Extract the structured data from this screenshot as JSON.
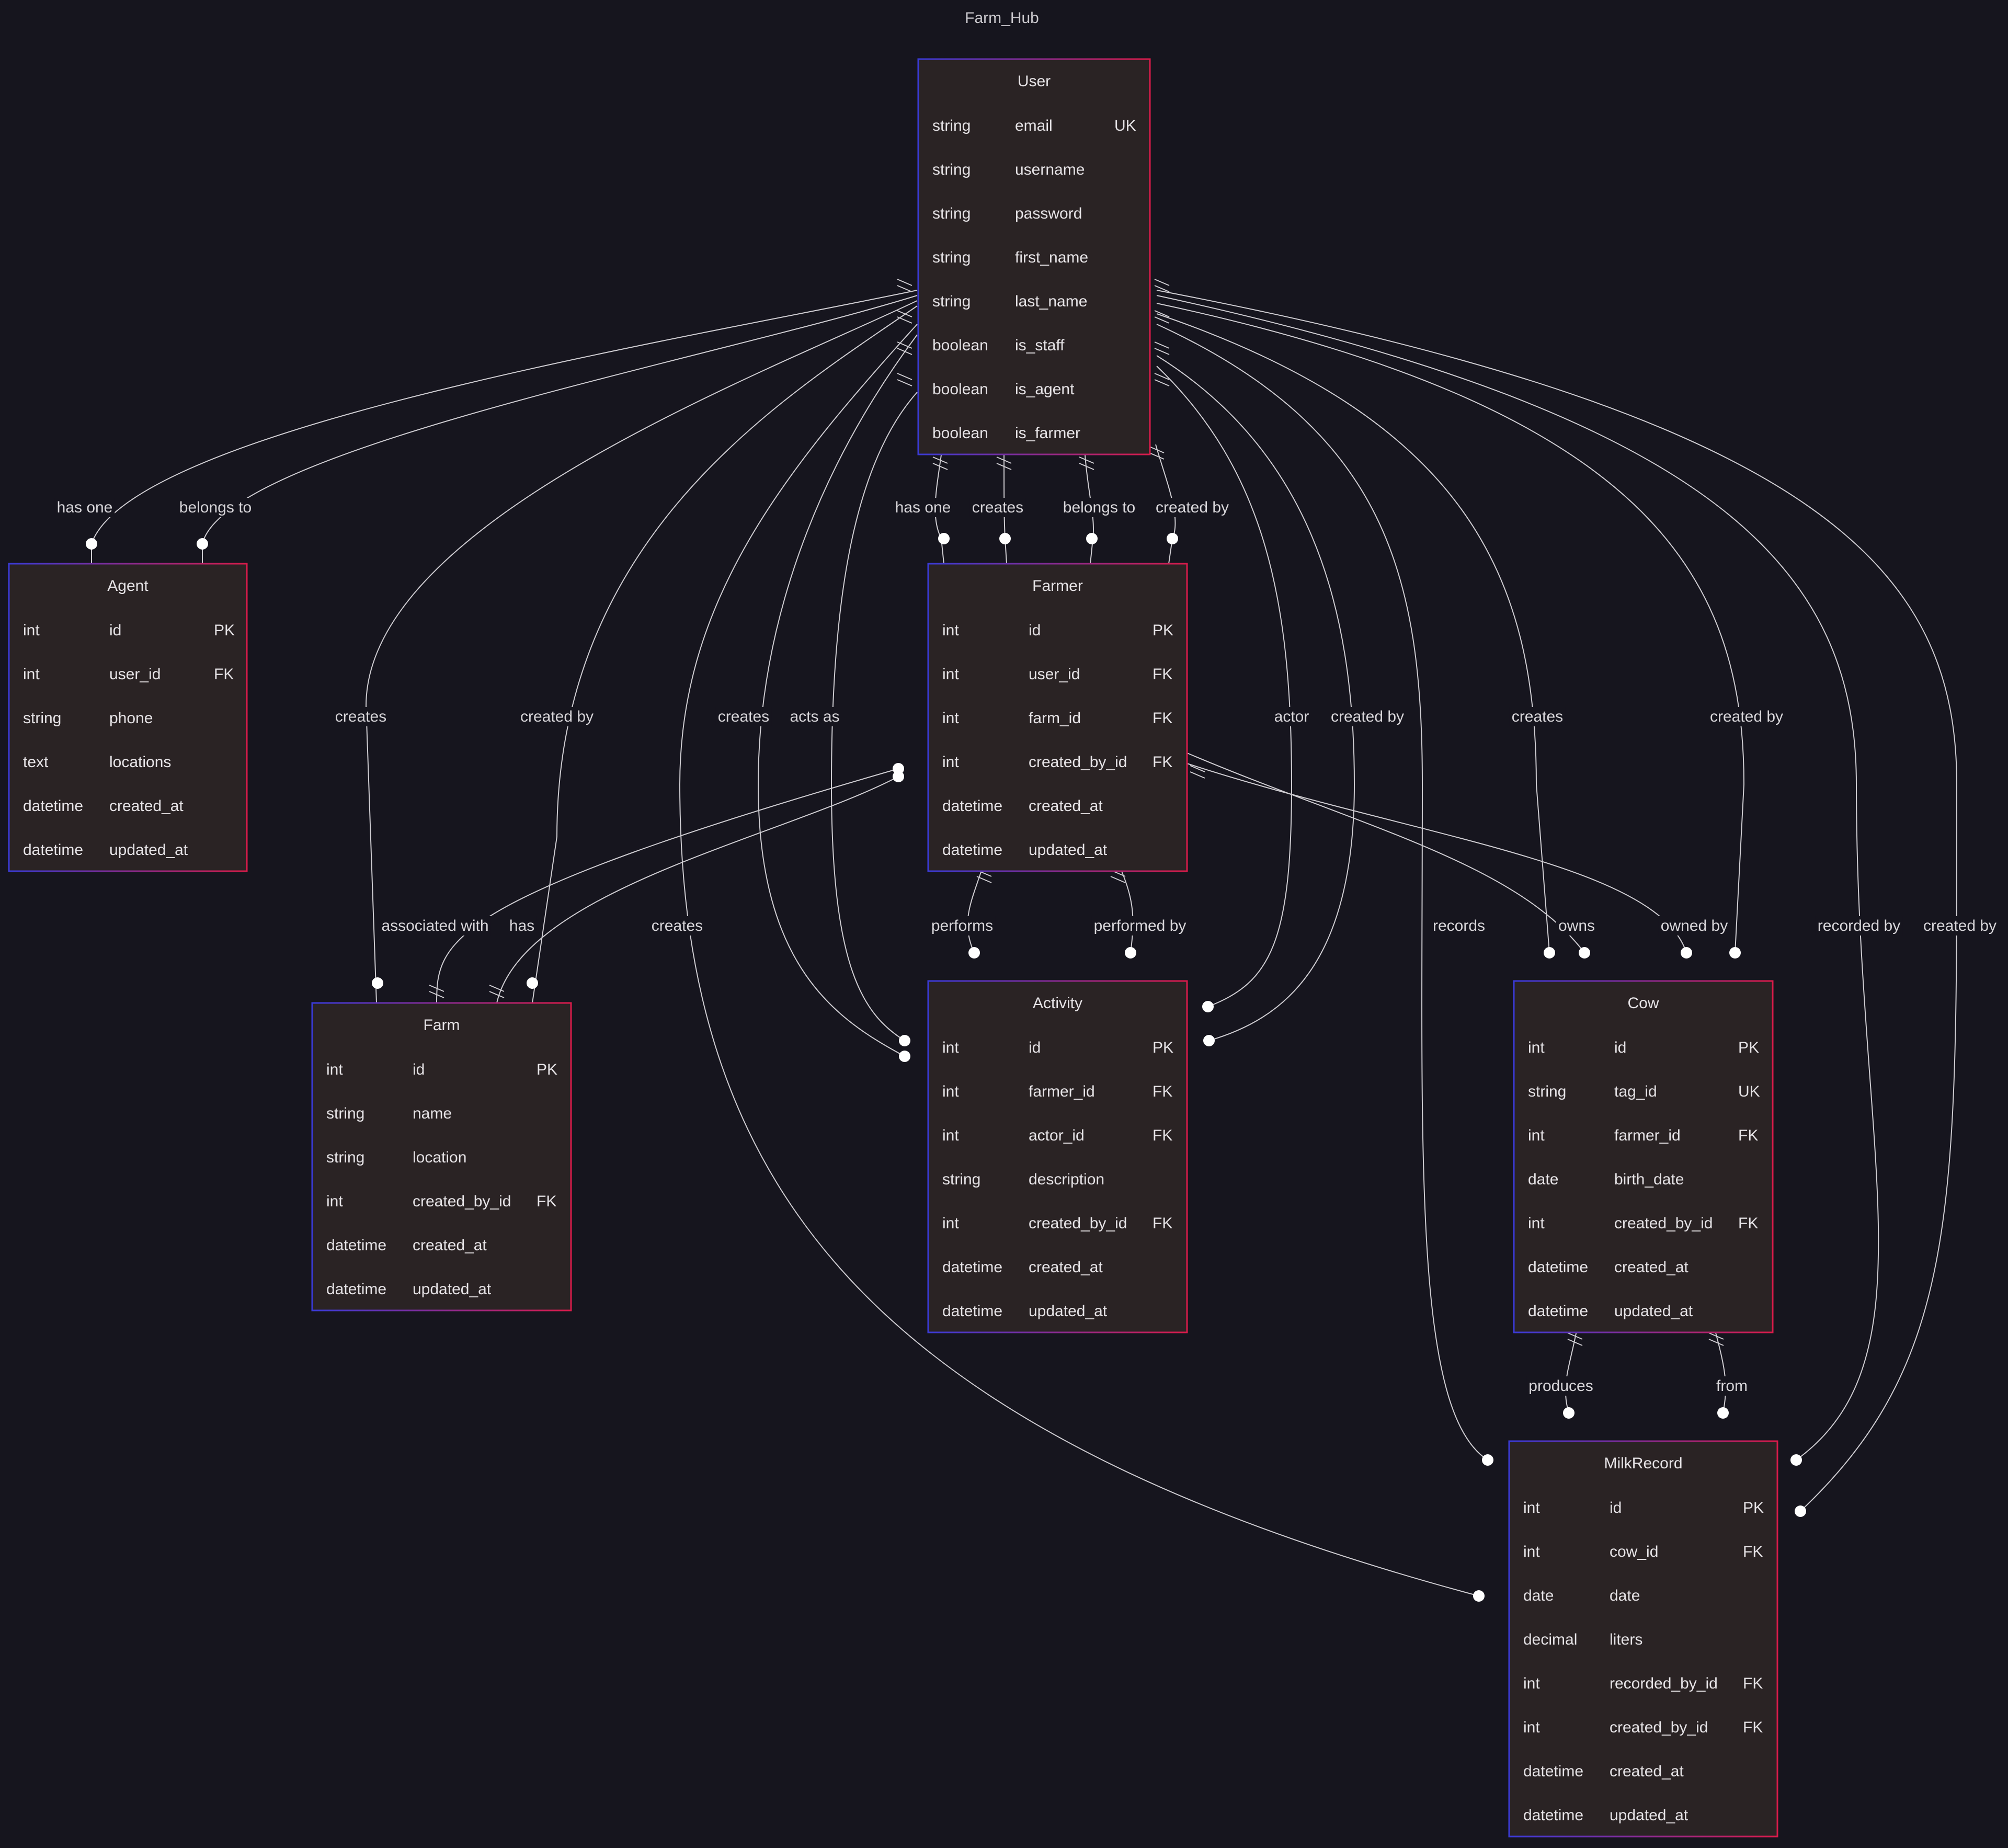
{
  "diagram": {
    "title": "Farm_Hub",
    "entities": {
      "User": {
        "name": "User",
        "rows": [
          [
            "string",
            "email",
            "UK"
          ],
          [
            "string",
            "username",
            ""
          ],
          [
            "string",
            "password",
            ""
          ],
          [
            "string",
            "first_name",
            ""
          ],
          [
            "string",
            "last_name",
            ""
          ],
          [
            "boolean",
            "is_staff",
            ""
          ],
          [
            "boolean",
            "is_agent",
            ""
          ],
          [
            "boolean",
            "is_farmer",
            ""
          ]
        ]
      },
      "Agent": {
        "name": "Agent",
        "rows": [
          [
            "int",
            "id",
            "PK"
          ],
          [
            "int",
            "user_id",
            "FK"
          ],
          [
            "string",
            "phone",
            ""
          ],
          [
            "text",
            "locations",
            ""
          ],
          [
            "datetime",
            "created_at",
            ""
          ],
          [
            "datetime",
            "updated_at",
            ""
          ]
        ]
      },
      "Farmer": {
        "name": "Farmer",
        "rows": [
          [
            "int",
            "id",
            "PK"
          ],
          [
            "int",
            "user_id",
            "FK"
          ],
          [
            "int",
            "farm_id",
            "FK"
          ],
          [
            "int",
            "created_by_id",
            "FK"
          ],
          [
            "datetime",
            "created_at",
            ""
          ],
          [
            "datetime",
            "updated_at",
            ""
          ]
        ]
      },
      "Farm": {
        "name": "Farm",
        "rows": [
          [
            "int",
            "id",
            "PK"
          ],
          [
            "string",
            "name",
            ""
          ],
          [
            "string",
            "location",
            ""
          ],
          [
            "int",
            "created_by_id",
            "FK"
          ],
          [
            "datetime",
            "created_at",
            ""
          ],
          [
            "datetime",
            "updated_at",
            ""
          ]
        ]
      },
      "Activity": {
        "name": "Activity",
        "rows": [
          [
            "int",
            "id",
            "PK"
          ],
          [
            "int",
            "farmer_id",
            "FK"
          ],
          [
            "int",
            "actor_id",
            "FK"
          ],
          [
            "string",
            "description",
            ""
          ],
          [
            "int",
            "created_by_id",
            "FK"
          ],
          [
            "datetime",
            "created_at",
            ""
          ],
          [
            "datetime",
            "updated_at",
            ""
          ]
        ]
      },
      "Cow": {
        "name": "Cow",
        "rows": [
          [
            "int",
            "id",
            "PK"
          ],
          [
            "string",
            "tag_id",
            "UK"
          ],
          [
            "int",
            "farmer_id",
            "FK"
          ],
          [
            "date",
            "birth_date",
            ""
          ],
          [
            "int",
            "created_by_id",
            "FK"
          ],
          [
            "datetime",
            "created_at",
            ""
          ],
          [
            "datetime",
            "updated_at",
            ""
          ]
        ]
      },
      "MilkRecord": {
        "name": "MilkRecord",
        "rows": [
          [
            "int",
            "id",
            "PK"
          ],
          [
            "int",
            "cow_id",
            "FK"
          ],
          [
            "date",
            "date",
            ""
          ],
          [
            "decimal",
            "liters",
            ""
          ],
          [
            "int",
            "recorded_by_id",
            "FK"
          ],
          [
            "int",
            "created_by_id",
            "FK"
          ],
          [
            "datetime",
            "created_at",
            ""
          ],
          [
            "datetime",
            "updated_at",
            ""
          ]
        ]
      }
    },
    "relationships": [
      {
        "from": "User",
        "to": "Agent",
        "label": "has one"
      },
      {
        "from": "User",
        "to": "Agent",
        "label": "belongs to"
      },
      {
        "from": "User",
        "to": "Farm",
        "label": "creates"
      },
      {
        "from": "User",
        "to": "Farm",
        "label": "created by"
      },
      {
        "from": "User",
        "to": "MilkRecord",
        "label": "creates"
      },
      {
        "from": "User",
        "to": "Activity",
        "label": "creates"
      },
      {
        "from": "User",
        "to": "Activity",
        "label": "acts as"
      },
      {
        "from": "User",
        "to": "Farmer",
        "label": "has one"
      },
      {
        "from": "User",
        "to": "Farmer",
        "label": "creates"
      },
      {
        "from": "User",
        "to": "Farmer",
        "label": "belongs to"
      },
      {
        "from": "User",
        "to": "Farmer",
        "label": "created by"
      },
      {
        "from": "User",
        "to": "Activity",
        "label": "actor"
      },
      {
        "from": "User",
        "to": "Activity",
        "label": "created by"
      },
      {
        "from": "User",
        "to": "MilkRecord",
        "label": "records"
      },
      {
        "from": "User",
        "to": "Cow",
        "label": "creates"
      },
      {
        "from": "User",
        "to": "Cow",
        "label": "created by"
      },
      {
        "from": "User",
        "to": "MilkRecord",
        "label": "recorded by"
      },
      {
        "from": "User",
        "to": "MilkRecord",
        "label": "created by"
      },
      {
        "from": "Farm",
        "to": "Farmer",
        "label": "associated with"
      },
      {
        "from": "Farm",
        "to": "Farmer",
        "label": "has"
      },
      {
        "from": "Farmer",
        "to": "Activity",
        "label": "performs"
      },
      {
        "from": "Farmer",
        "to": "Activity",
        "label": "performed by"
      },
      {
        "from": "Farmer",
        "to": "Cow",
        "label": "owns"
      },
      {
        "from": "Farmer",
        "to": "Cow",
        "label": "owned by"
      },
      {
        "from": "Cow",
        "to": "MilkRecord",
        "label": "produces"
      },
      {
        "from": "Cow",
        "to": "MilkRecord",
        "label": "from"
      }
    ]
  }
}
